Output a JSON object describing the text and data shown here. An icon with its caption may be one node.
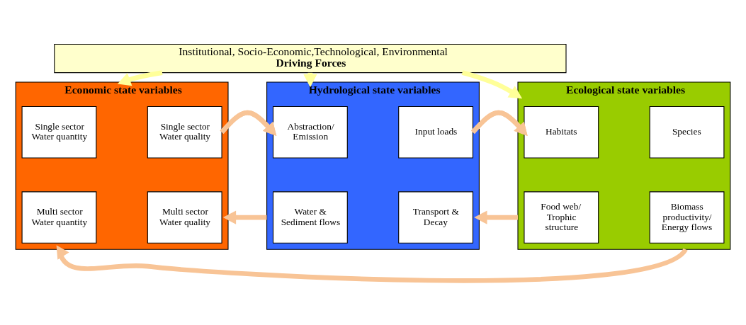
{
  "diagram": {
    "nodes": [
      {
        "text": [
          "Institutional, Socio-Economic,Technological, Environmental",
          "Driving Forces"
        ]
      },
      {
        "text": [
          "Economic state variables"
        ]
      },
      {
        "text": [
          "Single sector Water quantity"
        ],
        "in": 1
      },
      {
        "text": [
          "Single sector Water quality"
        ],
        "in": 1
      },
      {
        "text": [
          "Multi sector Water quantity"
        ],
        "in": 1
      },
      {
        "text": [
          "Multi sector Water quality"
        ],
        "in": 1
      },
      {
        "text": [
          "Hydrological state variables"
        ]
      },
      {
        "text": [
          "Abstraction/ Emission"
        ],
        "in": 6
      },
      {
        "text": [
          "Input loads"
        ],
        "in": 6
      },
      {
        "text": [
          "Water & Sediment flows"
        ],
        "in": 6
      },
      {
        "text": [
          "Transport & Decay"
        ],
        "in": 6
      },
      {
        "text": [
          "Ecological state variables"
        ]
      },
      {
        "text": [
          "Habitats"
        ],
        "in": 11
      },
      {
        "text": [
          "Species"
        ],
        "in": 11
      },
      {
        "text": [
          "Food web/ Trophic structure"
        ],
        "in": 11
      },
      {
        "text": [
          "Biomass productivity/ Energy flows"
        ],
        "in": 11
      }
    ],
    "edges": [
      {
        "from": 0,
        "to": 1,
        "arrow": "to",
        "color": "#ffff99"
      },
      {
        "from": 0,
        "to": 6,
        "arrow": "to",
        "color": "#ffff99"
      },
      {
        "from": 0,
        "to": 11,
        "arrow": "to",
        "color": "#ffff99"
      },
      {
        "from": 1,
        "to": 6,
        "arrow": "to"
      },
      {
        "from": 6,
        "to": 1,
        "arrow": "to"
      },
      {
        "from": 6,
        "to": 11,
        "arrow": "to"
      },
      {
        "from": 11,
        "to": 6,
        "arrow": "to"
      },
      {
        "from": 11,
        "to": 1,
        "arrow": "to"
      }
    ]
  }
}
